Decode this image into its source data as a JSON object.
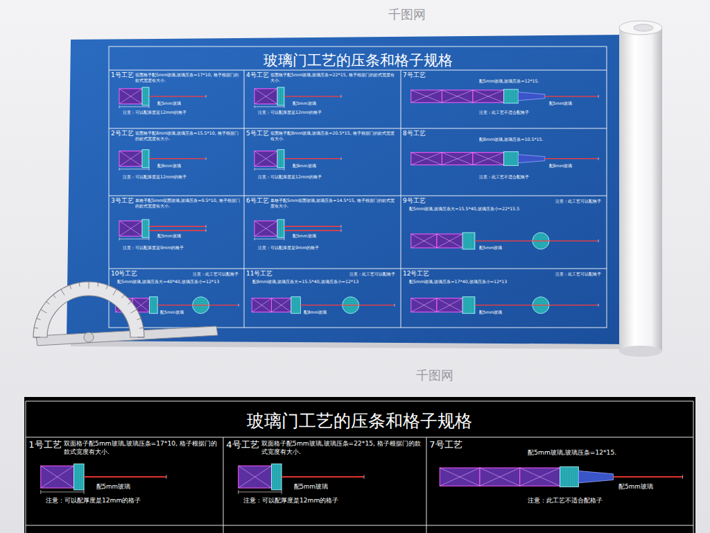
{
  "diagram": {
    "title": "玻璃门工艺的压条和格子规格",
    "nodes": [
      {
        "text": [
          "1号工艺",
          "双面格子配5mm玻璃,玻璃压条=17*10, 格子根据门的款式宽度有大小.",
          "注意：可以配厚度是12mm的格子"
        ]
      },
      {
        "text": [
          "4号工艺",
          "双面格子配5mm玻璃,玻璃压条=22*15, 格子根据门的款式宽度有大小.",
          "注意：可以配厚度是12mm的格子"
        ]
      },
      {
        "text": [
          "7号工艺",
          "配5mm玻璃,玻璃压条=12*15.",
          "注意：此工艺不适合配格子"
        ]
      },
      {
        "text": [
          "2号工艺",
          "双面格子配8mm玻璃,玻璃压条=15.5*10, 格子根据门的款式宽度有大小.",
          "注意：可以配厚度是12mm的格子"
        ]
      },
      {
        "text": [
          "5号工艺",
          "双面格子配8mm玻璃,玻璃压条=20.5*15, 格子根据门的款式宽度有大小.",
          "注意：可以配厚度是12mm的格子"
        ]
      },
      {
        "text": [
          "8号工艺",
          "配8mm玻璃,玻璃压条=10.5*15.",
          "注意：此工艺不适合配格子"
        ]
      },
      {
        "text": [
          "3号工艺",
          "单格子配5mm双面玻璃,玻璃压条=9.5*10, 格子根据门的款式宽度有大小.",
          "注意：可以配厚度是9mm的格子"
        ]
      },
      {
        "text": [
          "6号工艺",
          "单格子配5mm双面玻璃,玻璃压条=14.5*15, 格子根据门的款式宽度有大小.",
          "注意：可以配厚度是9mm的格子"
        ]
      },
      {
        "text": [
          "9号工艺",
          "注意：此工艺可以配格子",
          "配5mm玻璃,玻璃压条大=15.5*40,玻璃压条小=22*15.5"
        ]
      },
      {
        "text": [
          "10号工艺",
          "注意：此工艺可以配格子",
          "配5mm玻璃,玻璃压条大=40*40,玻璃压条小=12*13"
        ]
      },
      {
        "text": [
          "11号工艺",
          "注意：此工艺可以配格子",
          "配8mm玻璃,玻璃压条大=15.5*40,玻璃压条小=12*13"
        ]
      },
      {
        "text": [
          "12号工艺",
          "注意：此工艺可以配格子",
          "配5mm玻璃,玻璃压条=17*40,玻璃压条小=12*13"
        ]
      },
      {
        "text": [
          "1号工艺",
          "双面格子配5mm玻璃,玻璃压条=17*10, 格子根据门的款式宽度有大小.",
          "注意：可以配厚度是12mm的格子"
        ]
      },
      {
        "text": [
          "4号工艺",
          "双面格子配5mm玻璃,玻璃压条=22*15, 格子根据门的款式宽度有大小.",
          "注意：可以配厚度是12mm的格子"
        ]
      },
      {
        "text": [
          "7号工艺",
          "配5mm玻璃,玻璃压条=12*15.",
          "注意：此工艺不适合配格子"
        ]
      }
    ],
    "labels": [
      "玻璃门工艺的压条和格子规格",
      "配5mm玻璃",
      "配5mm玻璃",
      "配5mm玻璃",
      "配8mm玻璃",
      "配8mm玻璃",
      "配8mm玻璃",
      "配5mm玻璃",
      "配5mm玻璃",
      "配5mm玻璃",
      "配5mm玻璃",
      "配8mm玻璃",
      "配5mm玻璃",
      "配5mm玻璃",
      "配5mm玻璃",
      "配5mm玻璃",
      "千图网",
      "千图网"
    ]
  }
}
